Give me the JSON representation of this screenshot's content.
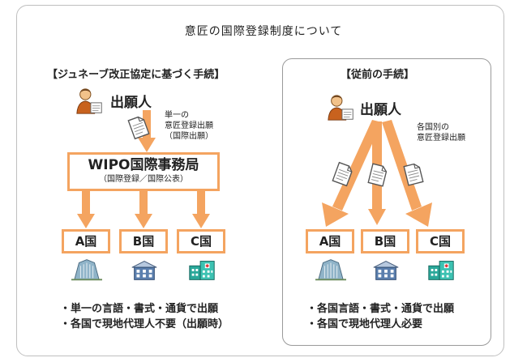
{
  "title": "意匠の国際登録制度について",
  "left": {
    "heading": "【ジュネーブ改正協定に基づく手続】",
    "applicant": "出願人",
    "filing_note": [
      "単一の",
      "意匠登録出願",
      "（国際出願）"
    ],
    "office": {
      "name": "WIPO国際事務局",
      "sub": "（国際登録／国際公表）"
    },
    "countries": [
      "A国",
      "B国",
      "C国"
    ],
    "bullets": [
      "・単一の言語・書式・通貨で出願",
      "・各国で現地代理人不要（出願時）"
    ]
  },
  "right": {
    "heading": "【従前の手続】",
    "applicant": "出願人",
    "filing_note": [
      "各国別の",
      "意匠登録出願"
    ],
    "countries": [
      "A国",
      "B国",
      "C国"
    ],
    "bullets": [
      "・各国言語・書式・通貨で出願",
      "・各国で現地代理人必要"
    ]
  },
  "colors": {
    "arrow": "#f4a460",
    "frame": "#bfbfbf"
  },
  "icons": [
    "person-icon",
    "document-icon",
    "office-building-icon",
    "government-building-icon",
    "hospital-building-icon"
  ]
}
